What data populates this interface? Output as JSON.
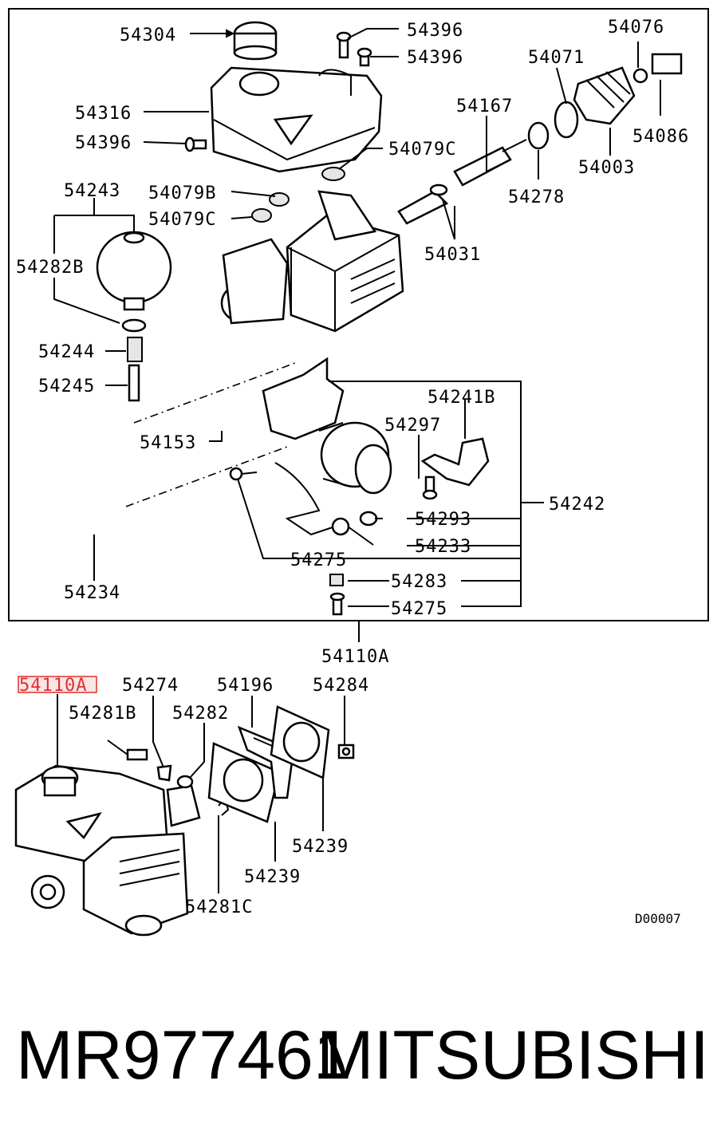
{
  "diagram": {
    "labels": [
      {
        "id": "54304",
        "text": "54304"
      },
      {
        "id": "54396a",
        "text": "54396"
      },
      {
        "id": "54396b",
        "text": "54396"
      },
      {
        "id": "54076",
        "text": "54076"
      },
      {
        "id": "54071",
        "text": "54071"
      },
      {
        "id": "54316",
        "text": "54316"
      },
      {
        "id": "54396c",
        "text": "54396"
      },
      {
        "id": "54167",
        "text": "54167"
      },
      {
        "id": "54086",
        "text": "54086"
      },
      {
        "id": "54079Ca",
        "text": "54079C"
      },
      {
        "id": "54003",
        "text": "54003"
      },
      {
        "id": "54243",
        "text": "54243"
      },
      {
        "id": "54079B",
        "text": "54079B"
      },
      {
        "id": "54278",
        "text": "54278"
      },
      {
        "id": "54079Cb",
        "text": "54079C"
      },
      {
        "id": "54282B",
        "text": "54282B"
      },
      {
        "id": "54031",
        "text": "54031"
      },
      {
        "id": "54244",
        "text": "54244"
      },
      {
        "id": "54245",
        "text": "54245"
      },
      {
        "id": "54241B",
        "text": "54241B"
      },
      {
        "id": "54297",
        "text": "54297"
      },
      {
        "id": "54153",
        "text": "54153"
      },
      {
        "id": "54242",
        "text": "54242"
      },
      {
        "id": "54293",
        "text": "54293"
      },
      {
        "id": "54233",
        "text": "54233"
      },
      {
        "id": "54275a",
        "text": "54275"
      },
      {
        "id": "54234",
        "text": "54234"
      },
      {
        "id": "54283",
        "text": "54283"
      },
      {
        "id": "54275b",
        "text": "54275"
      },
      {
        "id": "54110A",
        "text": "54110A"
      },
      {
        "id": "54110A_hl",
        "text": "54110A"
      },
      {
        "id": "54274",
        "text": "54274"
      },
      {
        "id": "54196",
        "text": "54196"
      },
      {
        "id": "54284",
        "text": "54284"
      },
      {
        "id": "54281B",
        "text": "54281B"
      },
      {
        "id": "54282",
        "text": "54282"
      },
      {
        "id": "54239a",
        "text": "54239"
      },
      {
        "id": "54239b",
        "text": "54239"
      },
      {
        "id": "54281C",
        "text": "54281C"
      }
    ],
    "drawing_code": "D00007"
  },
  "footer": {
    "part_number": "MR977461",
    "brand": "MITSUBISHI"
  },
  "colors": {
    "highlight": "#e03030",
    "ink": "#000000"
  }
}
